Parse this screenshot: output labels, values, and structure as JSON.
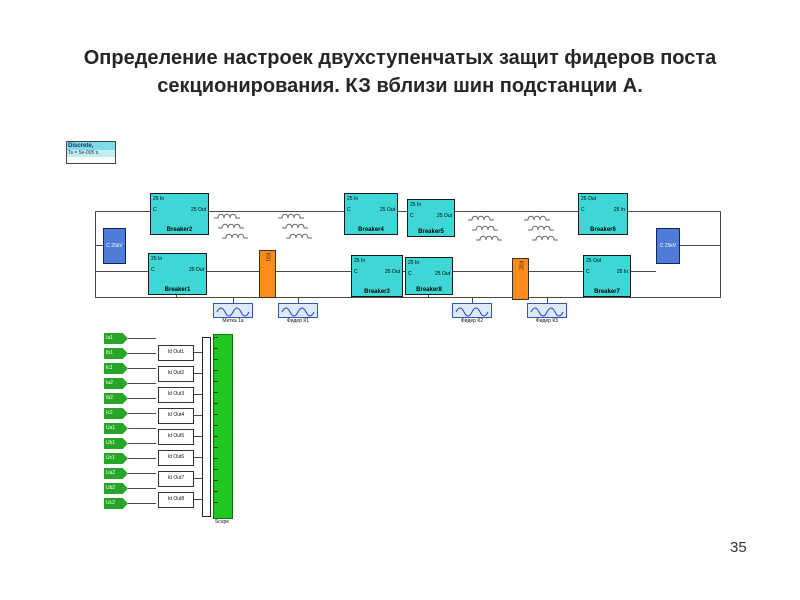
{
  "slide": {
    "title_line1": "Определение настроек двухступенчатых защит фидеров поста",
    "title_line2": "секционирования. КЗ вблизи шин подстанции А.",
    "page_number": "35"
  },
  "powergui": {
    "line1": "Discrete,",
    "line2": "Ts = 5e-005 s."
  },
  "sources": {
    "left_label": "C 25kV",
    "right_label": "C 25kV"
  },
  "breakers": [
    {
      "name": "Breaker2",
      "port_in": "25 In",
      "port_out": "25 Out",
      "port_c": "C"
    },
    {
      "name": "Breaker4",
      "port_in": "25 In",
      "port_out": "25 Out",
      "port_c": "C"
    },
    {
      "name": "Breaker5",
      "port_in": "25 In",
      "port_out": "25 Out",
      "port_c": "C"
    },
    {
      "name": "Breaker6",
      "port_in": "25 Out",
      "port_out": "25 In",
      "port_c": "C"
    },
    {
      "name": "Breaker1",
      "port_in": "25 In",
      "port_out": "25 Out",
      "port_c": "C"
    },
    {
      "name": "Breaker3",
      "port_in": "25 In",
      "port_out": "25 Out",
      "port_c": "C"
    },
    {
      "name": "Breaker8",
      "port_in": "25 In",
      "port_out": "25 Out",
      "port_c": "C"
    },
    {
      "name": "Breaker7",
      "port_in": "25 Out",
      "port_out": "25 In",
      "port_c": "C"
    }
  ],
  "faults": [
    {
      "label": "КЗ1"
    },
    {
      "label": "КЗ2"
    }
  ],
  "measurements": [
    {
      "label": "Метка 1а"
    },
    {
      "label": "Фидер К1"
    },
    {
      "label": "Фидер К2"
    },
    {
      "label": "Фидер К3"
    }
  ],
  "from_tags": [
    "Ia1",
    "Ib1",
    "Ic1",
    "Ia2",
    "Ib2",
    "Ic2",
    "Ua1",
    "Ub1",
    "Uc1",
    "Ua2",
    "Ub2",
    "Uc2"
  ],
  "id_blocks": [
    "Id Out1",
    "Id Out2",
    "Id Out3",
    "Id Out4",
    "Id Out5",
    "Id Out6",
    "Id Out7",
    "Id Out8"
  ],
  "scope_label": "Scope",
  "colors": {
    "breaker": "#3fd6d6",
    "source": "#4f7bd9",
    "fault": "#ff8c1a",
    "tag": "#27a527",
    "scope_bar": "#1ec81e",
    "wire": "#4a4a4a"
  }
}
